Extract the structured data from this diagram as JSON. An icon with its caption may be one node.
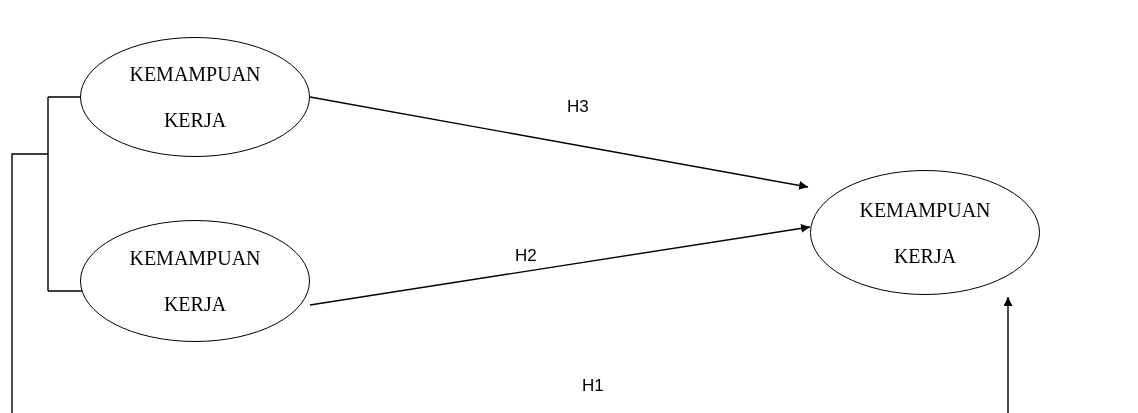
{
  "diagram": {
    "nodes": [
      {
        "text": [
          "KEMAMPUAN KERJA"
        ]
      },
      {
        "text": [
          "KEMAMPUAN KERJA"
        ]
      },
      {
        "text": [
          "KEMAMPUAN KERJA"
        ]
      }
    ],
    "edges": [
      {
        "from": 0,
        "to": 2,
        "arrow": "to",
        "label": "H3"
      },
      {
        "from": 1,
        "to": 2,
        "arrow": "to",
        "label": "H2"
      },
      {
        "from": 0,
        "to": 2,
        "arrow": "to",
        "label": "H1"
      },
      {
        "from": 1,
        "to": 2,
        "arrow": "to"
      }
    ]
  }
}
